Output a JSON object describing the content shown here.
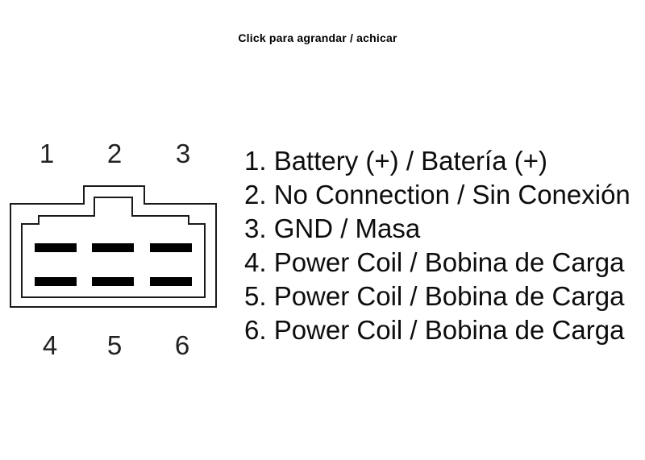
{
  "caption": "Click para agrandar / achicar",
  "connector": {
    "top_pin_labels": [
      "1",
      "2",
      "3"
    ],
    "bottom_pin_labels": [
      "4",
      "5",
      "6"
    ]
  },
  "legend": {
    "items": [
      "1. Battery (+) / Batería (+)",
      "2. No Connection / Sin Conexión",
      "3. GND / Masa",
      "4. Power Coil / Bobina de Carga",
      "5. Power Coil / Bobina de Carga",
      "6. Power Coil / Bobina de Carga"
    ]
  },
  "colors": {
    "background": "#ffffff",
    "line": "#1a1a1a",
    "pin_fill": "#000000",
    "text": "#000000"
  }
}
